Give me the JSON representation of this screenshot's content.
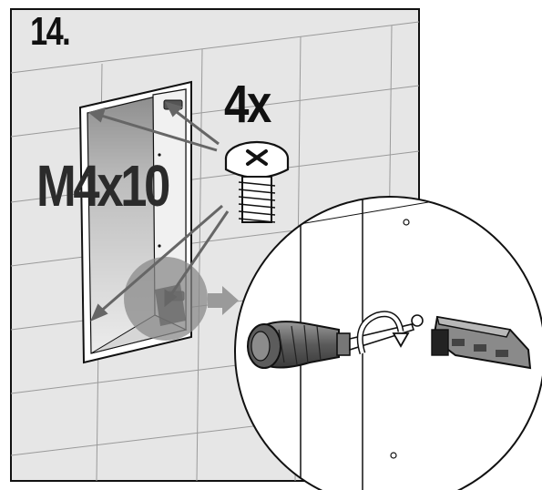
{
  "step": {
    "number": "14."
  },
  "hardware": {
    "quantity": "4x",
    "screw_size": "M4x10"
  },
  "colors": {
    "wall": "#e6e6e6",
    "line": "#111111",
    "arrow": "#666666",
    "magnifier": "#8a8a8a",
    "niche_dark": "#7a7a7a"
  },
  "icons": [
    "screw-icon",
    "screwdriver-icon",
    "rotate-arrow-icon",
    "bracket-icon"
  ]
}
